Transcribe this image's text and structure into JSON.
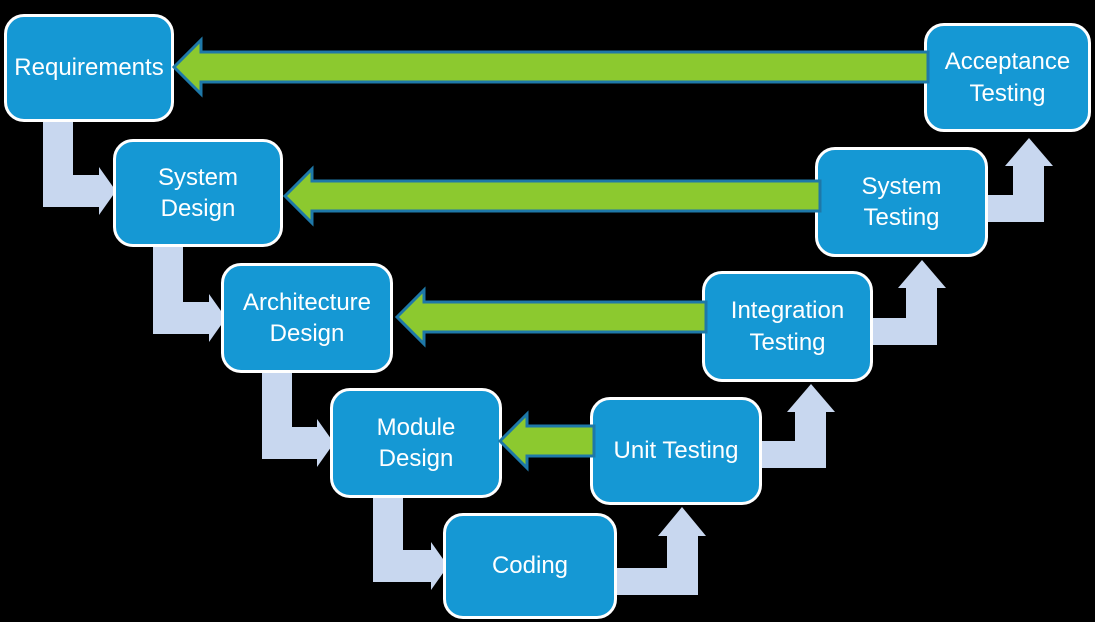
{
  "colors": {
    "background": "#000000",
    "node_fill": "#1598d4",
    "node_border": "#ffffff",
    "node_text": "#ffffff",
    "flow_arrow_fill": "#c8d7ef",
    "feedback_arrow_fill": "#8cc92f",
    "feedback_arrow_outline": "#1e78a8"
  },
  "nodes": [
    {
      "id": "requirements",
      "label": "Requirements"
    },
    {
      "id": "system-design",
      "label": "System\nDesign"
    },
    {
      "id": "architecture-design",
      "label": "Architecture\nDesign"
    },
    {
      "id": "module-design",
      "label": "Module\nDesign"
    },
    {
      "id": "coding",
      "label": "Coding"
    },
    {
      "id": "unit-testing",
      "label": "Unit Testing"
    },
    {
      "id": "integration-testing",
      "label": "Integration\nTesting"
    },
    {
      "id": "system-testing",
      "label": "System\nTesting"
    },
    {
      "id": "acceptance-testing",
      "label": "Acceptance\nTesting"
    }
  ],
  "flow_arrows": [
    {
      "from": "Requirements",
      "to": "System Design"
    },
    {
      "from": "System Design",
      "to": "Architecture Design"
    },
    {
      "from": "Architecture Design",
      "to": "Module Design"
    },
    {
      "from": "Module Design",
      "to": "Coding"
    },
    {
      "from": "Coding",
      "to": "Unit Testing"
    },
    {
      "from": "Unit Testing",
      "to": "Integration Testing"
    },
    {
      "from": "Integration Testing",
      "to": "System Testing"
    },
    {
      "from": "System Testing",
      "to": "Acceptance Testing"
    }
  ],
  "feedback_arrows": [
    {
      "from": "Acceptance Testing",
      "to": "Requirements"
    },
    {
      "from": "System Testing",
      "to": "System Design"
    },
    {
      "from": "Integration Testing",
      "to": "Architecture Design"
    },
    {
      "from": "Unit Testing",
      "to": "Module Design"
    }
  ]
}
